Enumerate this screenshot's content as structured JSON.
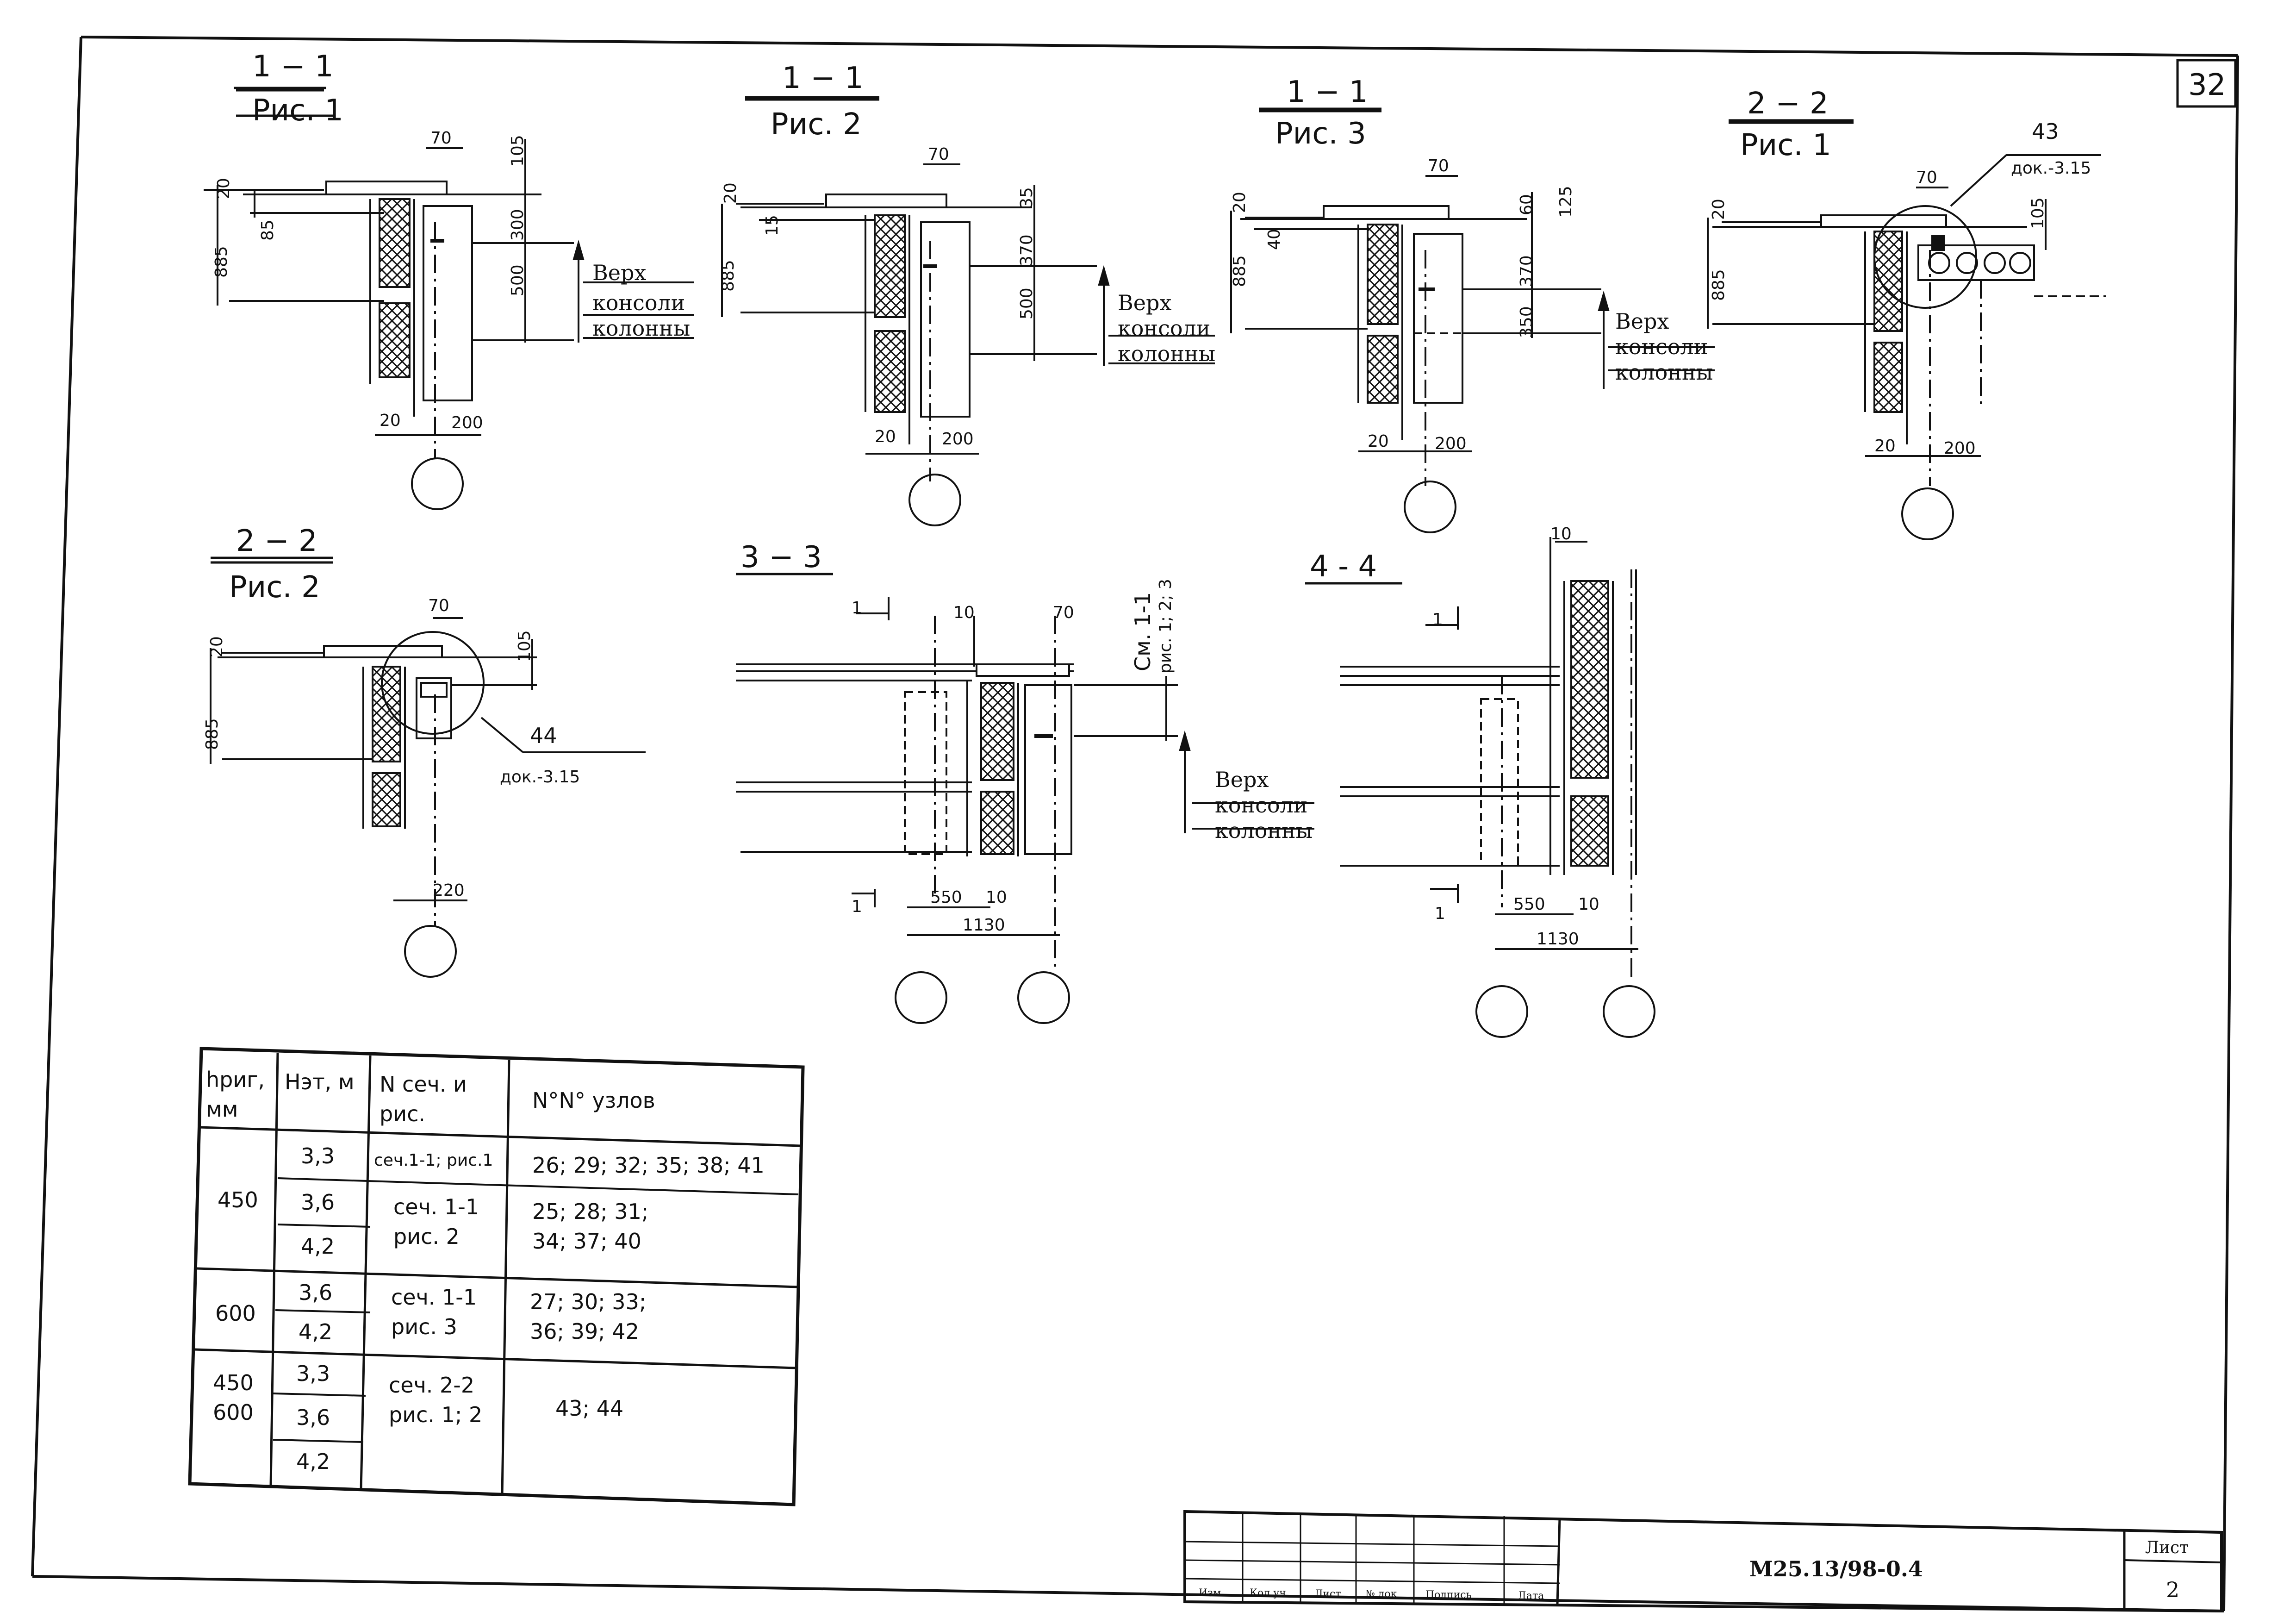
{
  "sheet_number_corner": "32",
  "views": {
    "v1": {
      "title": "1 − 1",
      "sub": "Рис. 1",
      "d70": "70",
      "d105": "105",
      "d20": "20",
      "d85": "85",
      "d885": "885",
      "d300": "300",
      "d500": "500",
      "d20b": "20",
      "d200": "200"
    },
    "v2": {
      "title": "1 − 1",
      "sub": "Рис. 2",
      "d70": "70",
      "d35": "35",
      "d20": "20",
      "d15": "15",
      "d885": "885",
      "d370": "370",
      "d500": "500",
      "d20b": "20",
      "d200": "200"
    },
    "v3": {
      "title": "1 − 1",
      "sub": "Рис. 3",
      "d70": "70",
      "d60": "60",
      "d125": "125",
      "d20": "20",
      "d40": "40",
      "d885": "885",
      "d370": "370",
      "d350": "350",
      "d20b": "20",
      "d200": "200"
    },
    "v4": {
      "title": "2 − 2",
      "sub": "Рис. 1",
      "d43": "43",
      "dok": "док.-3.15",
      "d70": "70",
      "d105": "105",
      "d20": "20",
      "d885": "885",
      "d20b": "20",
      "d200": "200"
    },
    "v5": {
      "title": "2 − 2",
      "sub": "Рис. 2",
      "d70": "70",
      "d105": "105",
      "d20": "20",
      "d885": "885",
      "d44": "44",
      "dok": "док.-3.15",
      "d220": "220"
    },
    "v6": {
      "title": "3 − 3",
      "cut": "1",
      "d10": "10",
      "d70": "70",
      "see": "См. 1-1",
      "see2": "рис. 1; 2; 3",
      "d550": "550",
      "d10b": "10",
      "d1130": "1130"
    },
    "v7": {
      "title": "4 - 4",
      "cut": "1",
      "d10": "10",
      "d550": "550",
      "d10b": "10",
      "d1130": "1130"
    }
  },
  "note": {
    "line1": "Верх",
    "line2": "консоли",
    "line3": "колонны"
  },
  "table": {
    "headers": [
      "hриг, мм",
      "Hэт, м",
      "N сеч. и рис.",
      "N°N° узлов"
    ],
    "groups": [
      {
        "h": "450",
        "rows": [
          {
            "het": "3,3",
            "sec": "сеч.1-1; рис.1",
            "nodes": "26; 29; 32; 35; 38; 41"
          },
          {
            "het": "3,6",
            "sec": "сеч. 1-1\nрис. 2",
            "nodes": "25; 28; 31;\n34; 37; 40"
          },
          {
            "het": "4,2"
          }
        ]
      },
      {
        "h": "600",
        "rows": [
          {
            "het": "3,6",
            "sec": "сеч. 1-1\nрис. 3",
            "nodes": "27; 30; 33;\n36; 39; 42"
          },
          {
            "het": "4,2"
          }
        ]
      },
      {
        "h": "450\n600",
        "rows": [
          {
            "het": "3,3",
            "sec": "сеч. 2-2\nрис. 1; 2",
            "nodes": "43; 44"
          },
          {
            "het": "3,6"
          },
          {
            "het": "4,2"
          }
        ]
      }
    ]
  },
  "title_block": {
    "cols": [
      "Изм",
      "Кол уч",
      "Лист",
      "№ док",
      "Подпись",
      "Дата"
    ],
    "code": "М25.13/98-0.4",
    "sheet_label": "Лист",
    "sheet_value": "2"
  }
}
